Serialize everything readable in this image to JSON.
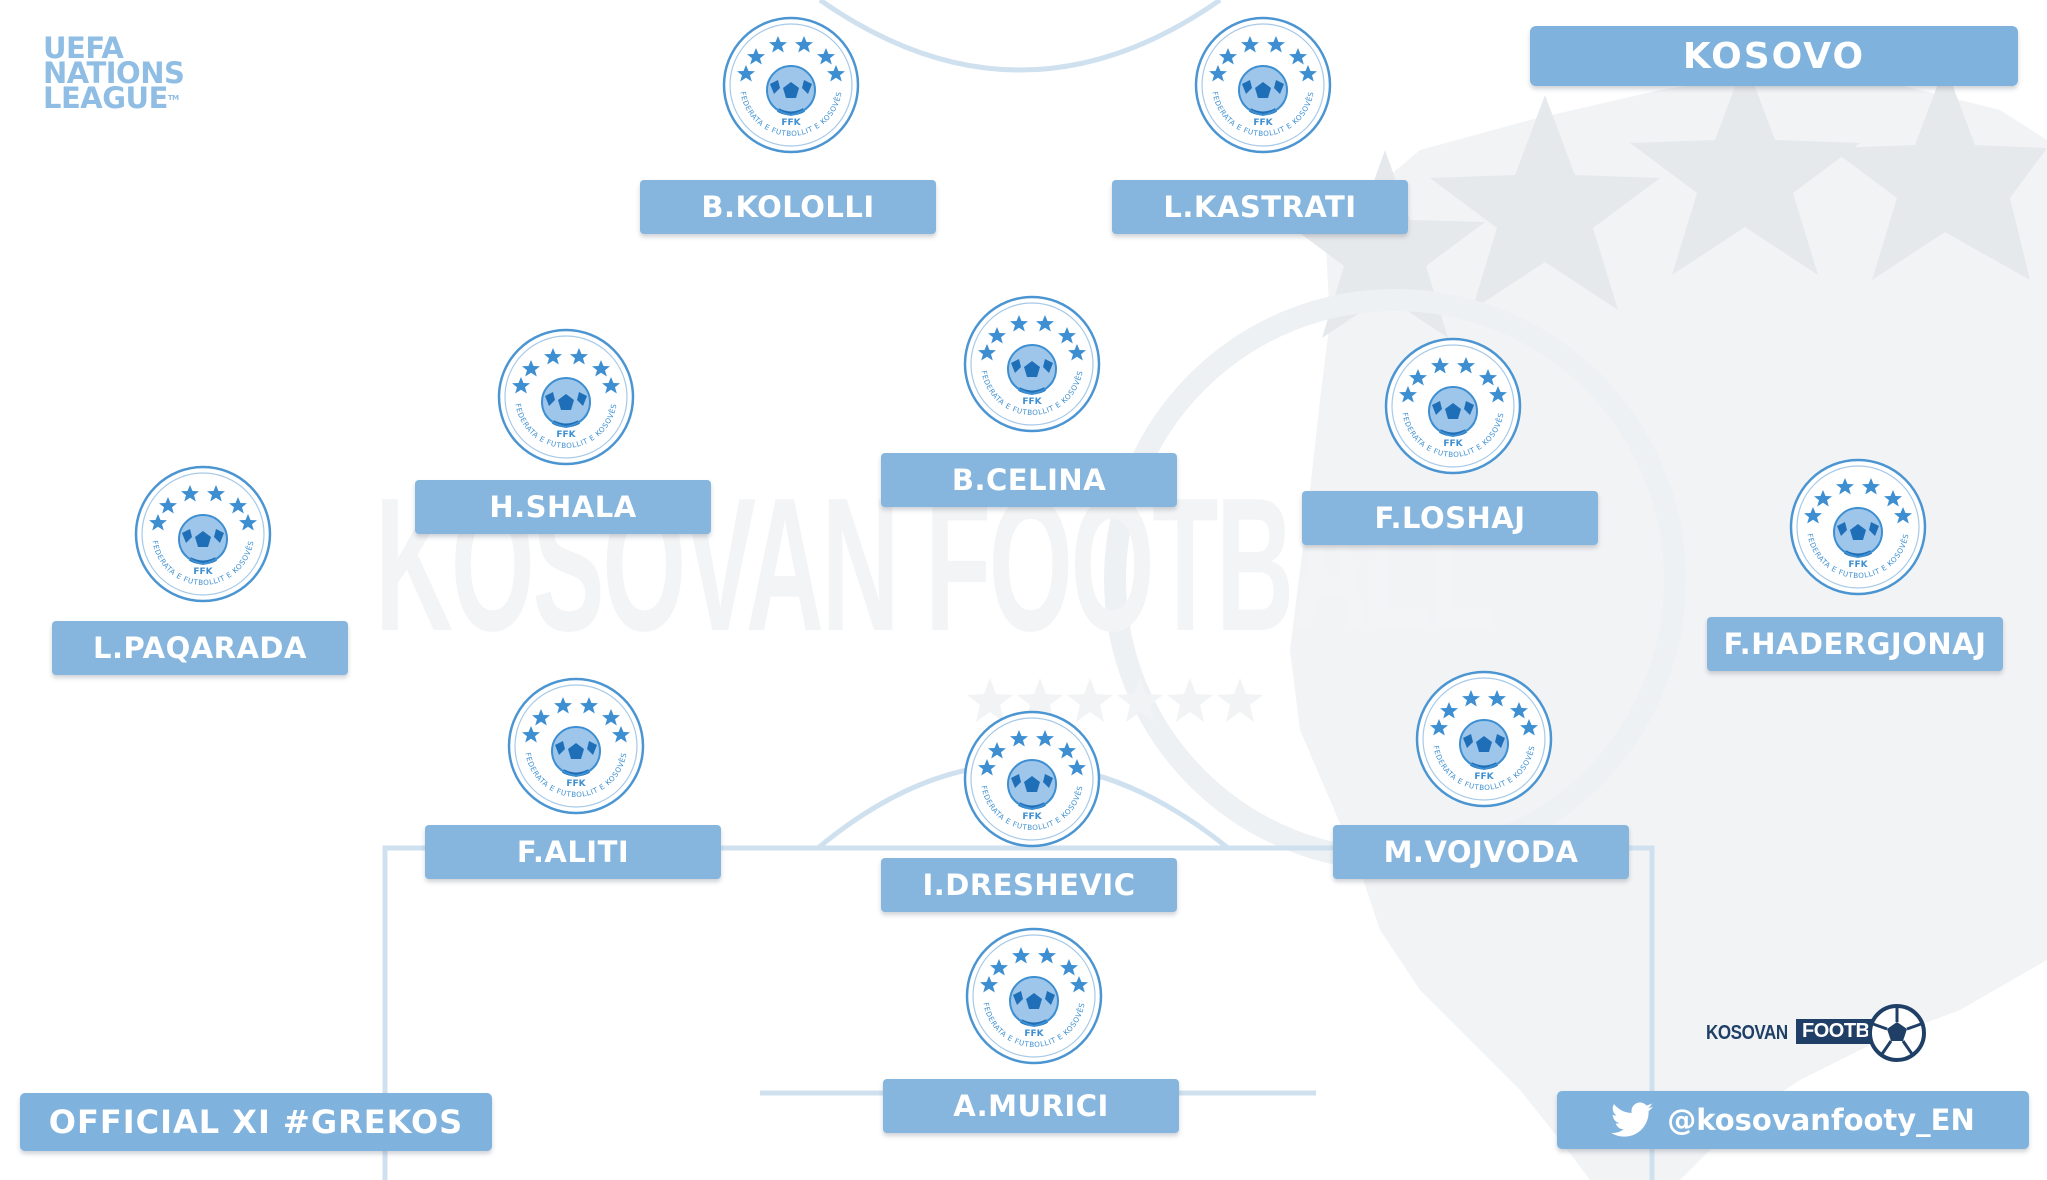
{
  "competition": {
    "logo_lines": [
      "UEFA",
      "NATIONS",
      "LEAGUE"
    ],
    "logo_mark": "TM"
  },
  "team": {
    "name": "KOSOVO"
  },
  "badge": {
    "initials": "FFK",
    "ring_text": "FEDERATA E FUTBOLLIT E KOSOVËS",
    "icon": "ffk-crest-icon"
  },
  "watermark": {
    "text": "KOSOVAN FOOTBALL"
  },
  "players": [
    {
      "name": "B.KOLOLLI"
    },
    {
      "name": "L.KASTRATI"
    },
    {
      "name": "H.SHALA"
    },
    {
      "name": "B.CELINA"
    },
    {
      "name": "F.LOSHAJ"
    },
    {
      "name": "L.PAQARADA"
    },
    {
      "name": "F.HADERGJONAJ"
    },
    {
      "name": "F.ALITI"
    },
    {
      "name": "I.DRESHEVIC"
    },
    {
      "name": "M.VOJVODA"
    },
    {
      "name": "A.MURICI"
    }
  ],
  "footer": {
    "lineup_label": "OFFICIAL XI #GREKOS",
    "twitter_handle": "@kosovanfooty_EN",
    "twitter_icon": "twitter-bird-icon",
    "brand_left": "KOSOVAN",
    "brand_right": "FOOTBALL"
  },
  "colors": {
    "accent": "#7fb2dc",
    "badge_blue": "#3d8fd1",
    "pitch_lines": "#c9dced",
    "brand_navy": "#1f3f66"
  }
}
